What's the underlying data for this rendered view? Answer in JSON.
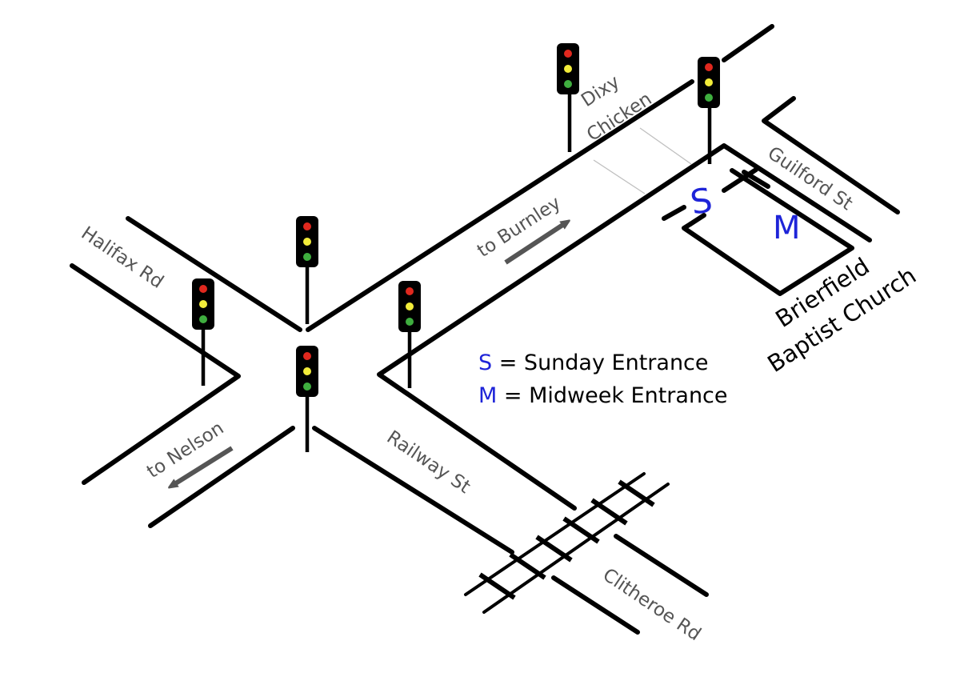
{
  "map": {
    "streets": {
      "halifax": "Halifax Rd",
      "railway": "Railway St",
      "clitheroe": "Clitheroe Rd",
      "guilford": "Guilford St"
    },
    "landmarks": {
      "dixy_line1": "Dixy",
      "dixy_line2": "Chicken"
    },
    "directions": {
      "burnley": "to Burnley",
      "nelson": "to Nelson"
    },
    "church": {
      "name_line1": "Brierfield",
      "name_line2": "Baptist Church",
      "sunday_marker": "S",
      "midweek_marker": "M"
    },
    "legend": {
      "sunday_letter": "S",
      "sunday_text": " = Sunday Entrance",
      "midweek_letter": "M",
      "midweek_text": " = Midweek Entrance"
    },
    "colors": {
      "road": "#000000",
      "label": "#555555",
      "entrance_marker": "#1e24d8",
      "arrow": "#555555",
      "light_red": "#e0281e",
      "light_amber": "#f2ec3a",
      "light_green": "#3fae3f"
    },
    "icons": {
      "traffic_light": "traffic-light-icon",
      "arrow": "direction-arrow-icon",
      "railway": "railway-track-icon"
    }
  }
}
